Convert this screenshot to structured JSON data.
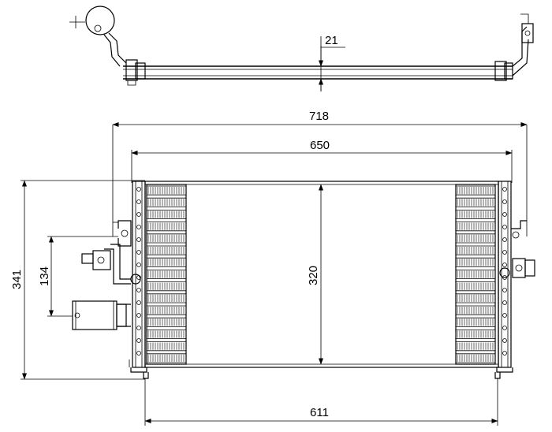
{
  "dimensions": {
    "top_view_thickness": "21",
    "overall_width": "718",
    "core_width": "650",
    "core_height": "320",
    "overall_height": "341",
    "bracket_spacing": "134",
    "mount_spacing": "611"
  }
}
